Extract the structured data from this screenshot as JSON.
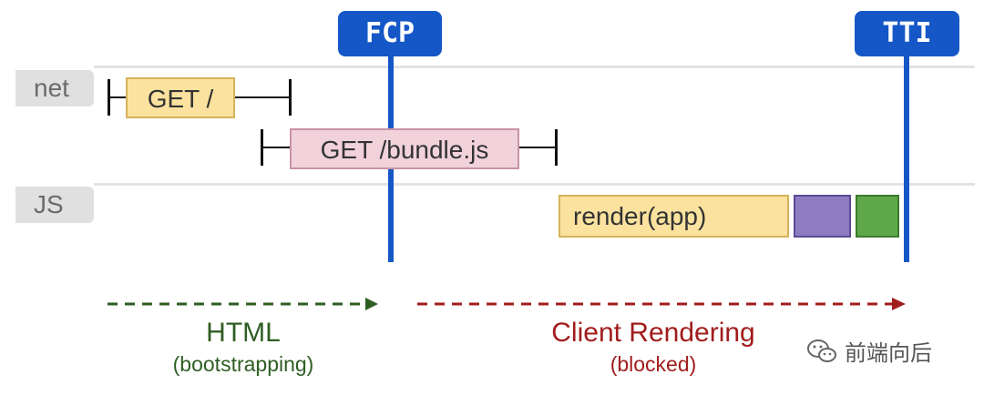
{
  "lanes": {
    "net": "net",
    "js": "JS"
  },
  "markers": {
    "fcp": "FCP",
    "tti": "TTI"
  },
  "requests": {
    "get_root": "GET /",
    "get_bundle": "GET /bundle.js"
  },
  "tasks": {
    "render": "render(app)"
  },
  "phases": {
    "html": {
      "title": "HTML",
      "subtitle": "(bootstrapping)"
    },
    "client": {
      "title": "Client Rendering",
      "subtitle": "(blocked)"
    }
  },
  "watermark": {
    "text": "前端向后",
    "icon": "wechat-icon"
  },
  "colors": {
    "marker": "#1557c6",
    "get_root_fill": "#fbe29e",
    "get_bundle_fill": "#f1d2db",
    "render_fill": "#fbe29e",
    "task_purple": "#8e7cc3",
    "task_green": "#5fa84a",
    "html_phase": "#2e5e23",
    "client_phase": "#a11d1d"
  }
}
